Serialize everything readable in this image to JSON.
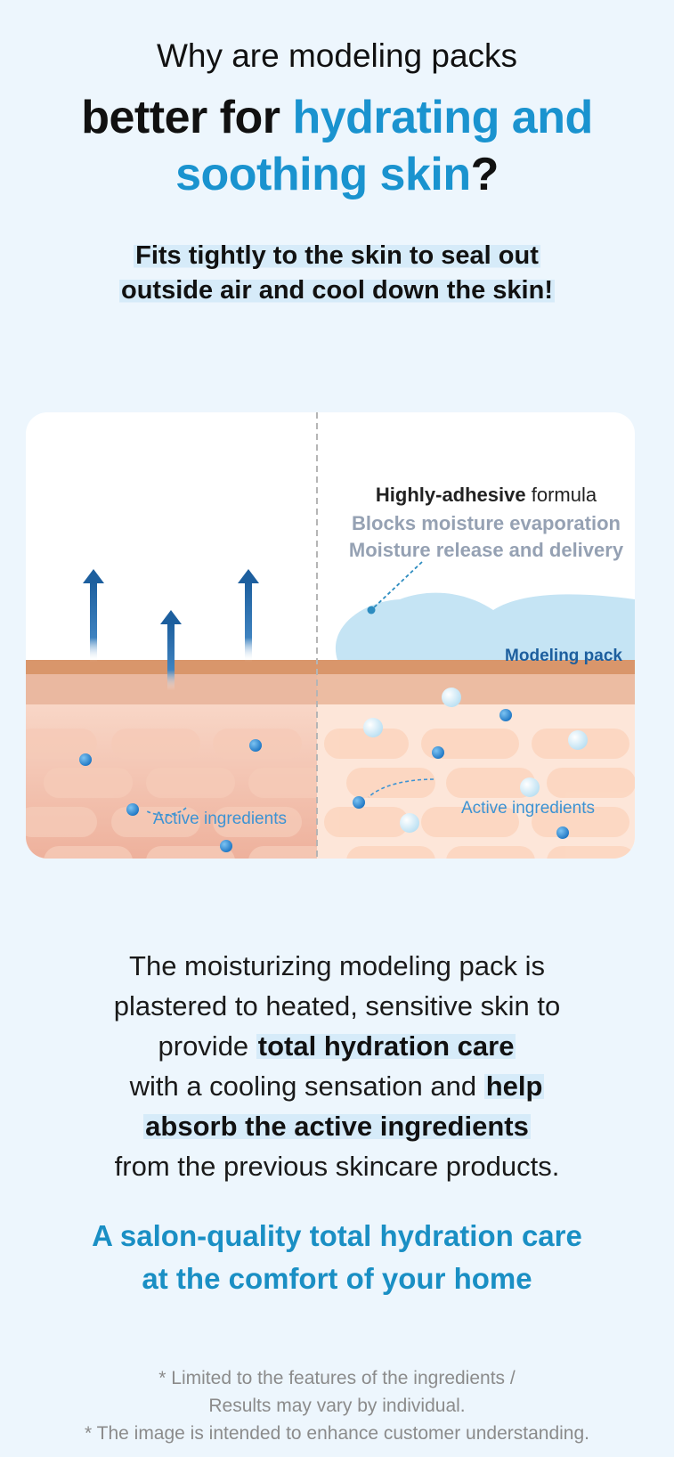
{
  "heading": {
    "line1": "Why are modeling packs",
    "line2_prefix": "better for ",
    "line2_highlight": "hydrating and",
    "line3_highlight": "soothing skin",
    "line3_suffix": "?"
  },
  "subheading": {
    "line1": "Fits tightly to the skin to seal out",
    "line2": "outside air and cool down the skin!"
  },
  "diagram": {
    "formula_bold": "Highly-adhesive",
    "formula_rest": " formula",
    "blocks": "Blocks moisture evaporation",
    "release": "Moisture release and delivery",
    "modeling_pack": "Modeling pack",
    "active_left": "Active ingredients",
    "active_right": "Active ingredients",
    "colors": {
      "arrow": "#1d5f9e",
      "pack": "#c5e4f4",
      "skin_top": "#d9966b",
      "skin_mid": "#ecbca2",
      "skin_low": "#fde4d6",
      "ingredient": "#2f8ad4"
    }
  },
  "description": {
    "l1": "The moisturizing modeling pack is",
    "l2": "plastered to heated, sensitive skin to",
    "l3_pre": "provide ",
    "l3_bold": "total hydration care",
    "l4_pre": "with a cooling sensation and ",
    "l4_bold": "help",
    "l5_bold": "absorb the active ingredients",
    "l6": "from the previous skincare products."
  },
  "tagline": {
    "line1": "A salon-quality total hydration care",
    "line2": "at the comfort of your home"
  },
  "notes": {
    "line1": "* Limited to the features of the ingredients /",
    "line2": "Results may vary by individual.",
    "line3": "* The image is intended to enhance customer understanding."
  }
}
